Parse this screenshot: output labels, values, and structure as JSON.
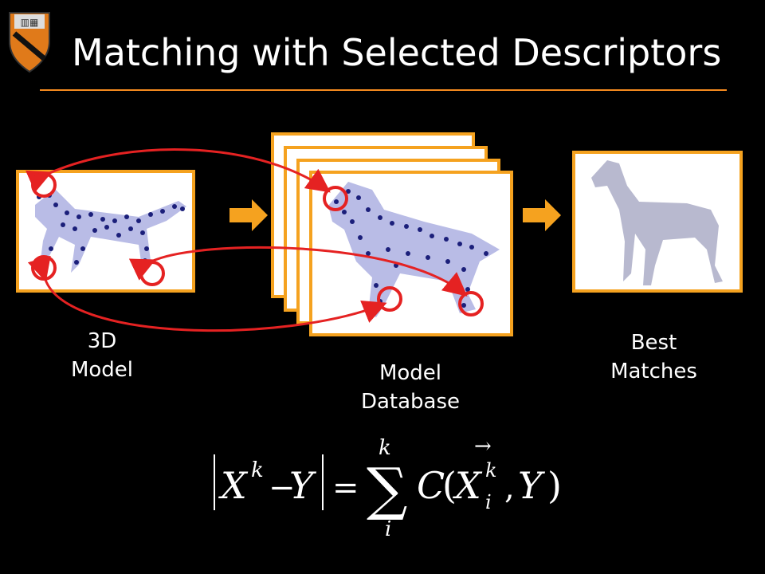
{
  "slide": {
    "title": "Matching with Selected Descriptors",
    "accent_color": "#f58a1f",
    "frame_color": "#f5a21f",
    "highlight_color": "#e52222",
    "logo_icon": "princeton-shield-icon"
  },
  "labels": {
    "query": [
      "3D",
      "Model"
    ],
    "database": [
      "Model",
      "Database"
    ],
    "results": [
      "Best",
      "Matches"
    ]
  },
  "icons": {
    "flow_arrow": "orange-right-arrow-icon",
    "query_image": "dog-point-cloud-model",
    "database_image": "dog-point-cloud-database",
    "result_image": "horse-model"
  },
  "formula": {
    "X": "X",
    "k": "k",
    "minus": "−",
    "Y": "Y",
    "eq": "=",
    "sigma": "∑",
    "i": "i",
    "C": "C",
    "open": "(",
    "comma": ",",
    "close": ")",
    "vec": "→"
  }
}
